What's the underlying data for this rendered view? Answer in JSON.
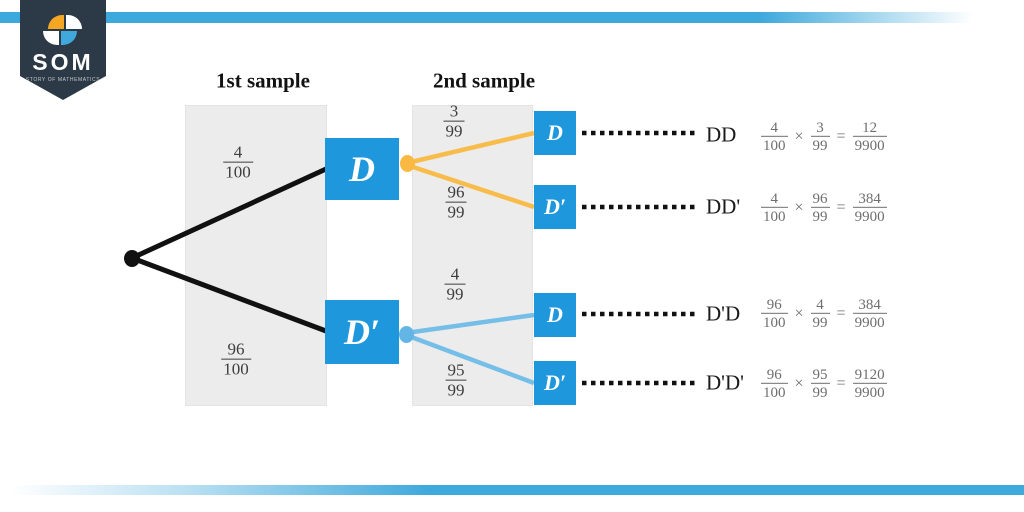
{
  "branding": {
    "logo_text": "SOM",
    "logo_subtext": "STORY OF MATHEMATICS"
  },
  "colors": {
    "stripe_blue": "#3CA8DB",
    "badge_navy": "#2C3946",
    "node_blue": "#1E97DC",
    "branch_orange": "#F8BC4B",
    "branch_light_blue": "#74BEE7",
    "line_black": "#111111",
    "panel_gray": "#ECECEC",
    "tree_fraction_gray": "#3D3D3D",
    "formula_gray": "#6E6E6E",
    "logo_orange": "#F5A623",
    "logo_light_blue": "#3FA9DC"
  },
  "headers": {
    "first_sample": "1st sample",
    "second_sample": "2nd sample"
  },
  "tree": {
    "level1": [
      {
        "label": "D",
        "num": "4",
        "den": "100"
      },
      {
        "label": "D′",
        "num": "96",
        "den": "100"
      }
    ],
    "level2": [
      {
        "label": "D",
        "num": "3",
        "den": "99"
      },
      {
        "label": "D′",
        "num": "96",
        "den": "99"
      },
      {
        "label": "D",
        "num": "4",
        "den": "99"
      },
      {
        "label": "D′",
        "num": "95",
        "den": "99"
      }
    ]
  },
  "operators": {
    "times": "×",
    "equals": "="
  },
  "outcomes": [
    {
      "label": "DD",
      "f1": {
        "num": "4",
        "den": "100"
      },
      "f2": {
        "num": "3",
        "den": "99"
      },
      "result": {
        "num": "12",
        "den": "9900"
      }
    },
    {
      "label": "DD'",
      "f1": {
        "num": "4",
        "den": "100"
      },
      "f2": {
        "num": "96",
        "den": "99"
      },
      "result": {
        "num": "384",
        "den": "9900"
      }
    },
    {
      "label": "D'D",
      "f1": {
        "num": "96",
        "den": "100"
      },
      "f2": {
        "num": "4",
        "den": "99"
      },
      "result": {
        "num": "384",
        "den": "9900"
      }
    },
    {
      "label": "D'D'",
      "f1": {
        "num": "96",
        "den": "100"
      },
      "f2": {
        "num": "95",
        "den": "99"
      },
      "result": {
        "num": "9120",
        "den": "9900"
      }
    }
  ]
}
